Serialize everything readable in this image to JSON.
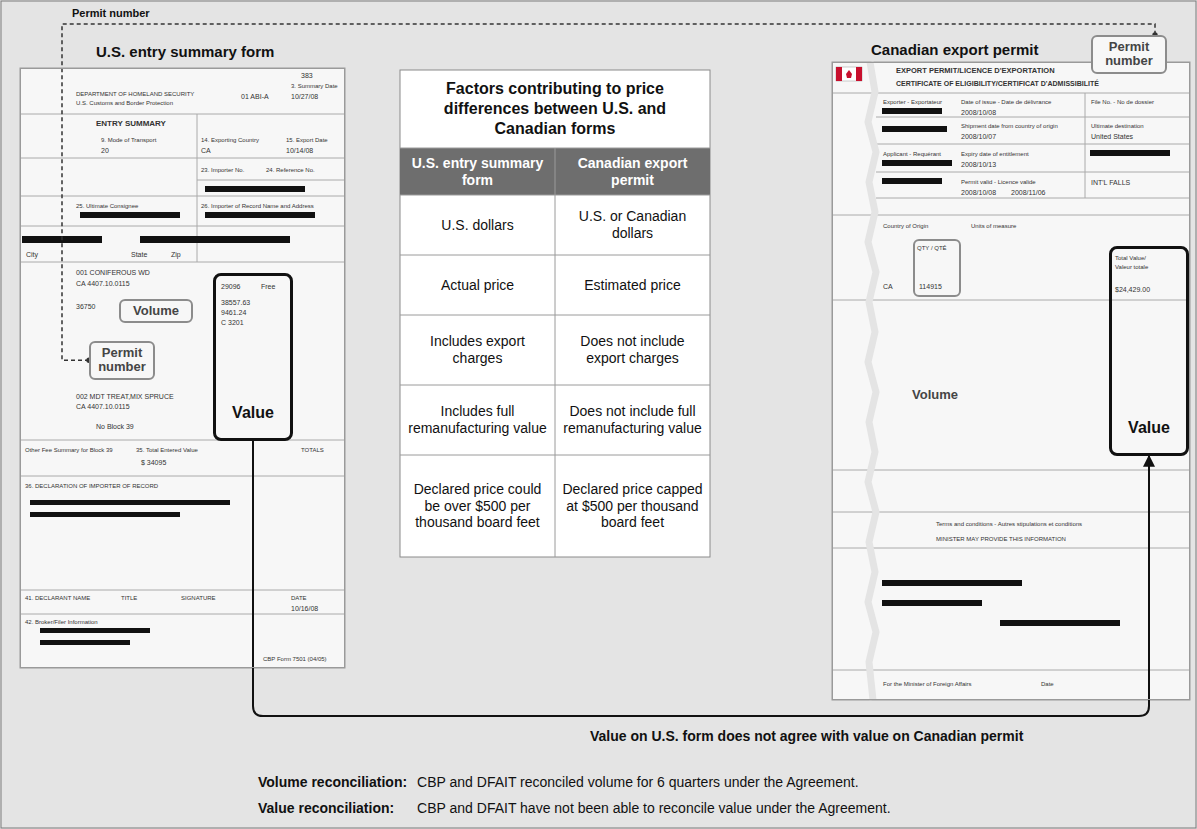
{
  "diagram": {
    "nodes": [
      {
        "text": [
          "U.S. entry summary form",
          "383",
          "3. Summary Date",
          "DEPARTMENT OF HOMELAND SECURITY",
          "01 ABI-A",
          "10/27/08",
          "U.S. Customs and Border Protection",
          "ENTRY SUMMARY",
          "9. Mode of Transport",
          "14. Exporting Country",
          "15. Export Date",
          "20",
          "CA",
          "10/14/08",
          "23. Importer No.",
          "24. Reference No.",
          "25. Ultimate Consignee",
          "26. Importer of Record Name and Address",
          "City",
          "State",
          "Zip",
          "001 CONIFEROUS WD",
          "CA 4407.10.0115",
          "29096",
          "Free",
          "38557.63",
          "36750",
          "9461.24",
          "C 3201",
          "002 MDT TREAT,MIX SPRUCE",
          "CA 4407.10.0115",
          "No Block 39",
          "Other Fee Summary for Block 39",
          "35. Total Entered Value",
          "TOTALS",
          "$ 34095",
          "36. DECLARATION OF IMPORTER OF RECORD",
          "41. DECLARANT NAME",
          "TITLE",
          "SIGNATURE",
          "DATE",
          "10/16/08",
          "42. Broker/Filer Information",
          "CBP Form 7501 (04/05)"
        ]
      },
      {
        "text": [
          "Volume"
        ],
        "in": 0
      },
      {
        "text": [
          "Permit number"
        ],
        "in": 0
      },
      {
        "text": [
          "Value"
        ],
        "in": 0
      },
      {
        "text": [
          "Factors contributing to price differences between U.S. and Canadian forms"
        ]
      },
      {
        "text": [
          "Canadian export permit",
          "EXPORT PERMIT/LICENCE D'EXPORTATION",
          "CERTIFICATE OF ELIGIBILITY/CERTIFICAT D'ADMISSIBILITÉ",
          "Exporter - Exportateur",
          "Date of issue - Date de délivrance",
          "File No. - No de dossier",
          "2008/10/08",
          "Shipment date from country of origin",
          "2008/10/07",
          "Ultimate destination",
          "United States",
          "Applicant - Requérant",
          "Expiry date of entitlement",
          "2008/10/13",
          "Permit valid - Licence valide",
          "2008/10/08",
          "2008/11/06",
          "INT'L FALLS",
          "Country of Origin",
          "Units of measure",
          "QTY / QTÉ",
          "CA",
          "114915",
          "Total Value/",
          "Valeur totale",
          "$24,429.00",
          "Terms and conditions - Autres stipulations et conditions",
          "MINISTER MAY PROVIDE THIS INFORMATION",
          "For the Minister of Foreign Affairs",
          "Date"
        ]
      },
      {
        "text": [
          "Permit number"
        ],
        "in": 5
      },
      {
        "text": [
          "Volume"
        ],
        "in": 5
      },
      {
        "text": [
          "Value"
        ],
        "in": 5
      }
    ],
    "edges": [
      {
        "from": 2,
        "to": 6,
        "arrow": "none",
        "label": "Permit number"
      },
      {
        "from": 3,
        "to": 8,
        "arrow": "to",
        "label": "Value on U.S. form does not agree with value on Canadian permit"
      }
    ],
    "labels": [
      "U.S. entry summary form",
      "Canadian export permit",
      "U.S. dollars",
      "U.S. or Canadian dollars",
      "Actual price",
      "Estimated price",
      "Includes export charges",
      "Does not include export charges",
      "Includes full remanufacturing value",
      "Does not include full remanufacturing value",
      "Declared price could be over $500 per thousand board feet",
      "Declared price capped at $500 per thousand board feet",
      "Volume reconciliation:",
      "CBP and DFAIT reconciled volume for 6 quarters under the Agreement.",
      "Value reconciliation:",
      "CBP and DFAIT have not been able to reconcile value under the Agreement."
    ]
  }
}
